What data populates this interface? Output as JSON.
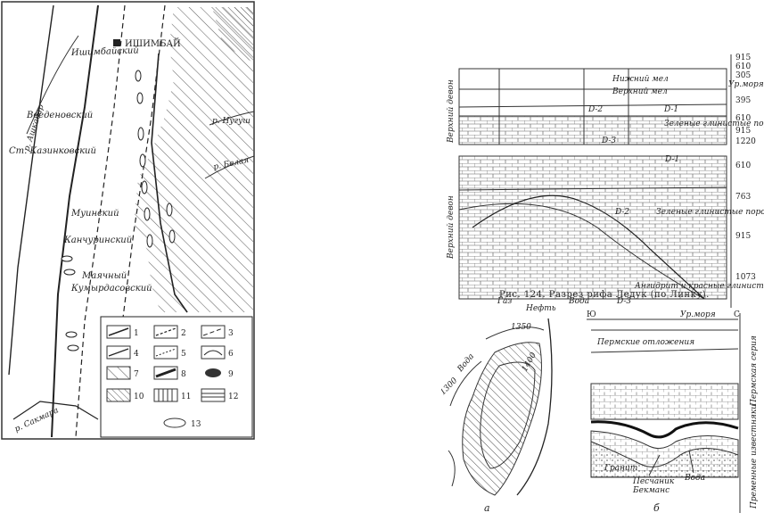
{
  "left_map": {
    "labels": {
      "ishimbay": "ИШИМБАЙ",
      "ishimbay_field": "Ишимбайский",
      "r_ashkadar": "р. Ашкадар",
      "vvedenovsky": "Введеновский",
      "st_kazinkovsky": "Ст. Казинковский",
      "r_nugush": "р. Нугуш",
      "r_belaya": "р. Белая",
      "muinsky": "Муинский",
      "kanchurinsky": "Канчуринский",
      "mayachny": "Маячный",
      "kumyrdasovsky": "Кумырдасовский",
      "r_sakmara": "р. Сакмара"
    },
    "legend": [
      "1",
      "2",
      "3",
      "4",
      "5",
      "6",
      "7",
      "8",
      "9",
      "10",
      "11",
      "12",
      "13"
    ]
  },
  "right_top": {
    "depth_labels_top": [
      "915",
      "610",
      "305",
      "Ур.моря"
    ],
    "depth_labels_mid": [
      "395",
      "610",
      "915",
      "1220"
    ],
    "depth_labels_bottom": [
      "610",
      "763",
      "915",
      "1073"
    ],
    "side_label_upper": "Верхний девон",
    "side_label_lower": "Верхний девон",
    "layer_labels": {
      "nizhny_mel": "Нижний мел",
      "verkhny_mel": "Верхний мел",
      "d2_top": "D-2",
      "d1_top": "D-1",
      "d3_top": "D-3",
      "green_clays_top": "Зеленые глинистые породы",
      "d1_mid": "D-1",
      "d2_mid": "D-2",
      "green_clays_mid": "Зеленые глинистые породы",
      "anhydrite": "Ангидрит и красные глинистые породы",
      "gaz": "Газ",
      "neft": "Нефть",
      "voda": "Вода",
      "d3_bottom": "D-3"
    },
    "caption": "Рис. 124. Разрез рифа Ледук (по Линку)."
  },
  "right_bottom_a": {
    "contour_1350": "1350",
    "contour_1300": "1300",
    "contour_1400": "1400",
    "voda": "Вода",
    "letter": "а"
  },
  "right_bottom_b": {
    "header_u": "Ю",
    "header_sea": "Ур.моря",
    "header_s": "С",
    "permian": "Пермские отложения",
    "side_perm": "Пермская серия",
    "side_prem": "Пременные известняки",
    "granite": "Гранит",
    "sandstone": "Песчаник",
    "beckmans": "Бекманс",
    "voda": "Вода",
    "letter": "б"
  }
}
